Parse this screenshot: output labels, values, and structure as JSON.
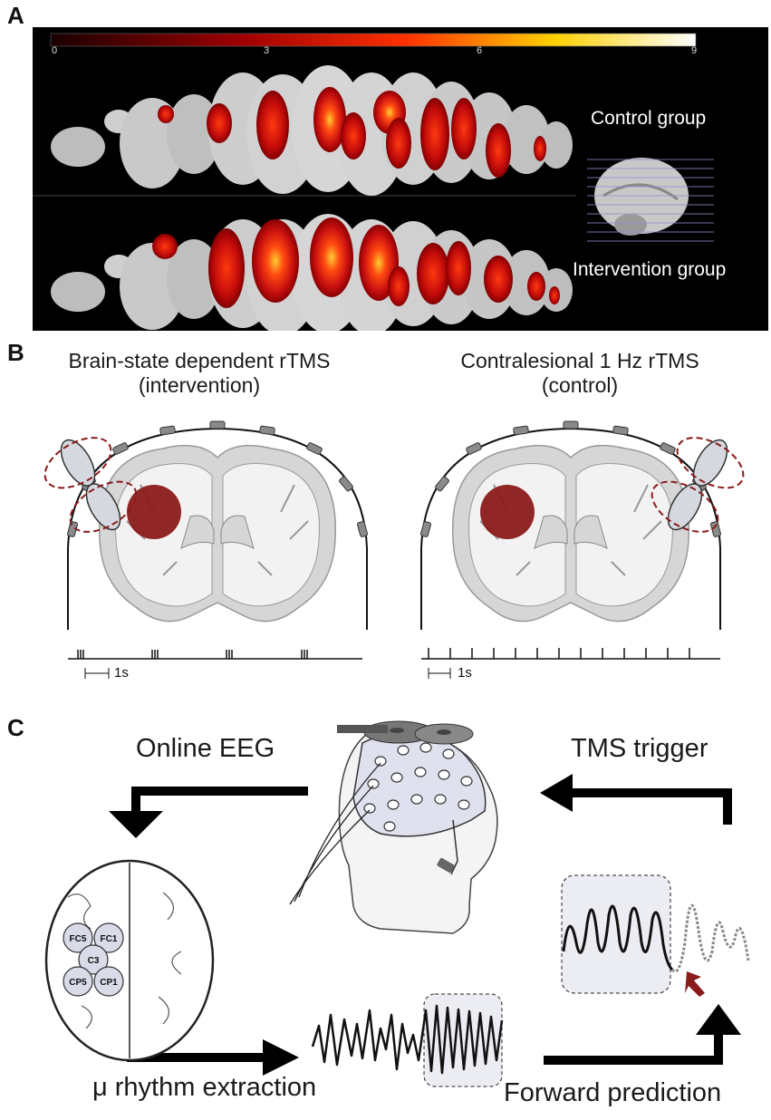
{
  "panel_a": {
    "letter": "A",
    "colorbar_ticks": [
      "0",
      "3",
      "6",
      "9"
    ],
    "control_label": "Control group",
    "intervention_label": "Intervention group"
  },
  "panel_b": {
    "letter": "B",
    "left_title_line1": "Brain-state dependent rTMS",
    "left_title_line2": "(intervention)",
    "right_title_line1": "Contralesional 1 Hz rTMS",
    "right_title_line2": "(control)",
    "left_scale_label": "1s",
    "right_scale_label": "1s",
    "colors": {
      "target": "#8b1a1a",
      "coil_outline": "#8b1a1a",
      "tissue": "#d6d6d6"
    }
  },
  "panel_c": {
    "letter": "C",
    "online_eeg_label": "Online EEG",
    "tms_trigger_label": "TMS trigger",
    "mu_label": "μ rhythm extraction",
    "forward_label": "Forward prediction",
    "electrodes": [
      "FC5",
      "FC1",
      "C3",
      "CP5",
      "CP1"
    ]
  }
}
